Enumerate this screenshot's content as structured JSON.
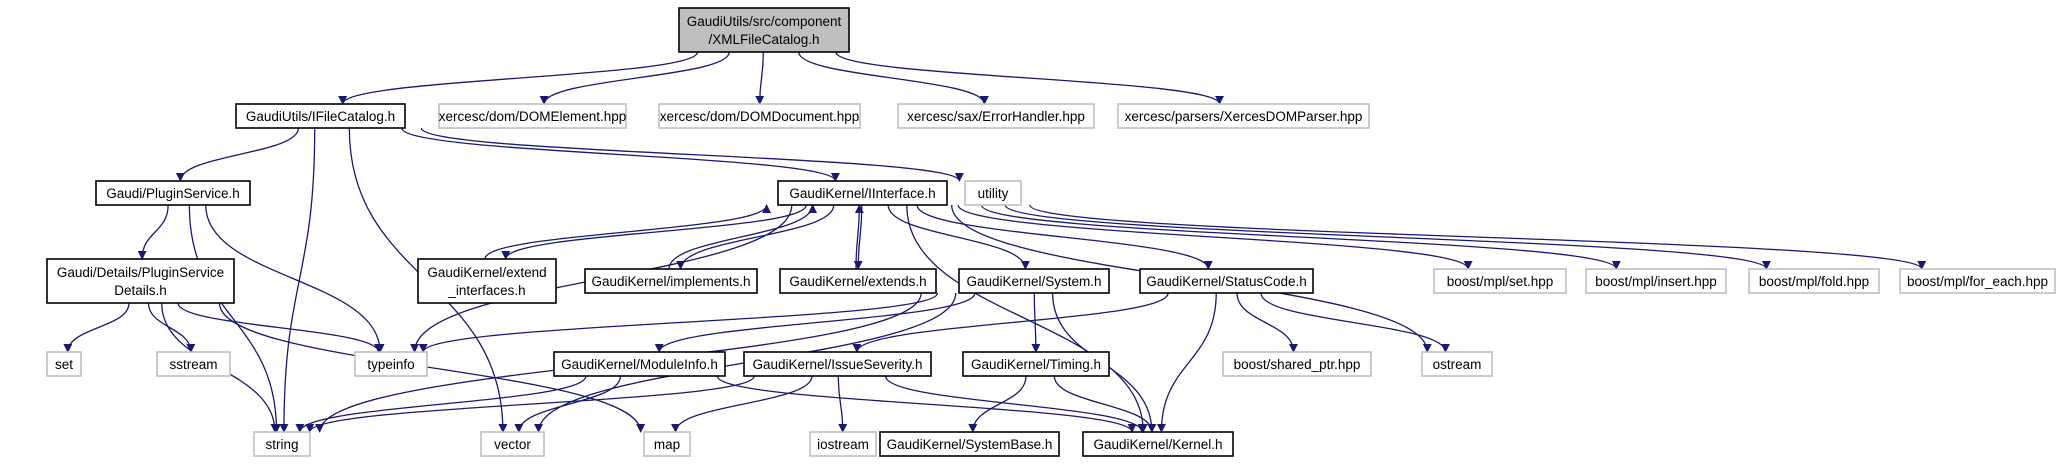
{
  "diagram": {
    "type": "include-dependency-graph",
    "edge_color": "#191970",
    "colors": {
      "root_fill": "#bfbfbf",
      "header_border": "#000000",
      "external_border": "#bfbfbf"
    },
    "nodes": [
      {
        "id": "root",
        "lines": [
          "GaudiUtils/src/component",
          "/XMLFileCatalog.h"
        ],
        "kind": "root"
      },
      {
        "id": "ifilecatalog",
        "lines": [
          "GaudiUtils/IFileCatalog.h"
        ],
        "kind": "header"
      },
      {
        "id": "domelement",
        "lines": [
          "xercesc/dom/DOMElement.hpp"
        ],
        "kind": "external"
      },
      {
        "id": "domdocument",
        "lines": [
          "xercesc/dom/DOMDocument.hpp"
        ],
        "kind": "external"
      },
      {
        "id": "errorhandler",
        "lines": [
          "xercesc/sax/ErrorHandler.hpp"
        ],
        "kind": "external"
      },
      {
        "id": "xercesparser",
        "lines": [
          "xercesc/parsers/XercesDOMParser.hpp"
        ],
        "kind": "external"
      },
      {
        "id": "pluginservice",
        "lines": [
          "Gaudi/PluginService.h"
        ],
        "kind": "header"
      },
      {
        "id": "iinterface",
        "lines": [
          "GaudiKernel/IInterface.h"
        ],
        "kind": "header"
      },
      {
        "id": "utility",
        "lines": [
          "utility"
        ],
        "kind": "external"
      },
      {
        "id": "pluginservicedetails",
        "lines": [
          "Gaudi/Details/PluginService",
          "Details.h"
        ],
        "kind": "header"
      },
      {
        "id": "extend_interfaces",
        "lines": [
          "GaudiKernel/extend",
          "_interfaces.h"
        ],
        "kind": "header"
      },
      {
        "id": "implements",
        "lines": [
          "GaudiKernel/implements.h"
        ],
        "kind": "header"
      },
      {
        "id": "extends",
        "lines": [
          "GaudiKernel/extends.h"
        ],
        "kind": "header"
      },
      {
        "id": "system",
        "lines": [
          "GaudiKernel/System.h"
        ],
        "kind": "header"
      },
      {
        "id": "statuscode",
        "lines": [
          "GaudiKernel/StatusCode.h"
        ],
        "kind": "header"
      },
      {
        "id": "mplset",
        "lines": [
          "boost/mpl/set.hpp"
        ],
        "kind": "external"
      },
      {
        "id": "mplinsert",
        "lines": [
          "boost/mpl/insert.hpp"
        ],
        "kind": "external"
      },
      {
        "id": "mplfold",
        "lines": [
          "boost/mpl/fold.hpp"
        ],
        "kind": "external"
      },
      {
        "id": "mplforeach",
        "lines": [
          "boost/mpl/for_each.hpp"
        ],
        "kind": "external"
      },
      {
        "id": "set",
        "lines": [
          "set"
        ],
        "kind": "external"
      },
      {
        "id": "sstream",
        "lines": [
          "sstream"
        ],
        "kind": "external"
      },
      {
        "id": "typeinfo",
        "lines": [
          "typeinfo"
        ],
        "kind": "external"
      },
      {
        "id": "moduleinfo",
        "lines": [
          "GaudiKernel/ModuleInfo.h"
        ],
        "kind": "header"
      },
      {
        "id": "issueseverity",
        "lines": [
          "GaudiKernel/IssueSeverity.h"
        ],
        "kind": "header"
      },
      {
        "id": "timing",
        "lines": [
          "GaudiKernel/Timing.h"
        ],
        "kind": "header"
      },
      {
        "id": "sharedptr",
        "lines": [
          "boost/shared_ptr.hpp"
        ],
        "kind": "external"
      },
      {
        "id": "ostream",
        "lines": [
          "ostream"
        ],
        "kind": "external"
      },
      {
        "id": "string",
        "lines": [
          "string"
        ],
        "kind": "external"
      },
      {
        "id": "vector",
        "lines": [
          "vector"
        ],
        "kind": "external"
      },
      {
        "id": "map",
        "lines": [
          "map"
        ],
        "kind": "external"
      },
      {
        "id": "iostream",
        "lines": [
          "iostream"
        ],
        "kind": "external"
      },
      {
        "id": "systembase",
        "lines": [
          "GaudiKernel/SystemBase.h"
        ],
        "kind": "header"
      },
      {
        "id": "kernel",
        "lines": [
          "GaudiKernel/Kernel.h"
        ],
        "kind": "header"
      }
    ],
    "edges": [
      {
        "from": "root",
        "to": "ifilecatalog"
      },
      {
        "from": "root",
        "to": "domelement"
      },
      {
        "from": "root",
        "to": "domdocument"
      },
      {
        "from": "root",
        "to": "errorhandler"
      },
      {
        "from": "root",
        "to": "xercesparser"
      },
      {
        "from": "ifilecatalog",
        "to": "pluginservice"
      },
      {
        "from": "ifilecatalog",
        "to": "iinterface"
      },
      {
        "from": "ifilecatalog",
        "to": "utility"
      },
      {
        "from": "ifilecatalog",
        "to": "string"
      },
      {
        "from": "ifilecatalog",
        "to": "vector"
      },
      {
        "from": "pluginservice",
        "to": "pluginservicedetails"
      },
      {
        "from": "pluginservice",
        "to": "string"
      },
      {
        "from": "pluginservice",
        "to": "typeinfo"
      },
      {
        "from": "pluginservicedetails",
        "to": "set"
      },
      {
        "from": "pluginservicedetails",
        "to": "sstream"
      },
      {
        "from": "pluginservicedetails",
        "to": "string"
      },
      {
        "from": "pluginservicedetails",
        "to": "typeinfo"
      },
      {
        "from": "pluginservicedetails",
        "to": "map"
      },
      {
        "from": "iinterface",
        "to": "extend_interfaces"
      },
      {
        "from": "extend_interfaces",
        "to": "iinterface"
      },
      {
        "from": "iinterface",
        "to": "implements"
      },
      {
        "from": "implements",
        "to": "iinterface"
      },
      {
        "from": "iinterface",
        "to": "extends"
      },
      {
        "from": "extends",
        "to": "iinterface"
      },
      {
        "from": "iinterface",
        "to": "system"
      },
      {
        "from": "iinterface",
        "to": "statuscode"
      },
      {
        "from": "iinterface",
        "to": "mplset"
      },
      {
        "from": "iinterface",
        "to": "mplinsert"
      },
      {
        "from": "iinterface",
        "to": "mplfold"
      },
      {
        "from": "iinterface",
        "to": "mplforeach"
      },
      {
        "from": "iinterface",
        "to": "typeinfo"
      },
      {
        "from": "iinterface",
        "to": "ostream"
      },
      {
        "from": "iinterface",
        "to": "kernel"
      },
      {
        "from": "system",
        "to": "typeinfo"
      },
      {
        "from": "system",
        "to": "moduleinfo"
      },
      {
        "from": "system",
        "to": "timing"
      },
      {
        "from": "system",
        "to": "kernel"
      },
      {
        "from": "system",
        "to": "string"
      },
      {
        "from": "system",
        "to": "vector"
      },
      {
        "from": "statuscode",
        "to": "issueseverity"
      },
      {
        "from": "statuscode",
        "to": "sharedptr"
      },
      {
        "from": "statuscode",
        "to": "ostream"
      },
      {
        "from": "statuscode",
        "to": "kernel"
      },
      {
        "from": "moduleinfo",
        "to": "kernel"
      },
      {
        "from": "moduleinfo",
        "to": "string"
      },
      {
        "from": "moduleinfo",
        "to": "vector"
      },
      {
        "from": "issueseverity",
        "to": "kernel"
      },
      {
        "from": "issueseverity",
        "to": "string"
      },
      {
        "from": "issueseverity",
        "to": "map"
      },
      {
        "from": "issueseverity",
        "to": "iostream"
      },
      {
        "from": "timing",
        "to": "systembase"
      },
      {
        "from": "timing",
        "to": "kernel"
      }
    ]
  }
}
